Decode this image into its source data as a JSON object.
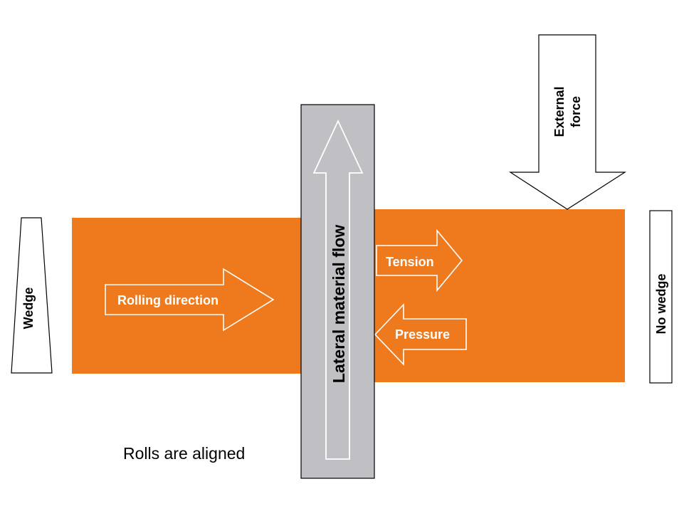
{
  "diagram": {
    "labels": {
      "wedge": "Wedge",
      "no_wedge": "No wedge",
      "rolling_direction": "Rolling direction",
      "lateral_flow": "Lateral material flow",
      "tension": "Tension",
      "pressure": "Pressure",
      "external_force_line1": "External",
      "external_force_line2": "force",
      "caption": "Rolls are aligned"
    },
    "colors": {
      "strip": "#ef7a1e",
      "roll": "#c0c0c4",
      "outline": "#000000",
      "arrow_outline": "#ffffff",
      "background": "#ffffff"
    }
  }
}
